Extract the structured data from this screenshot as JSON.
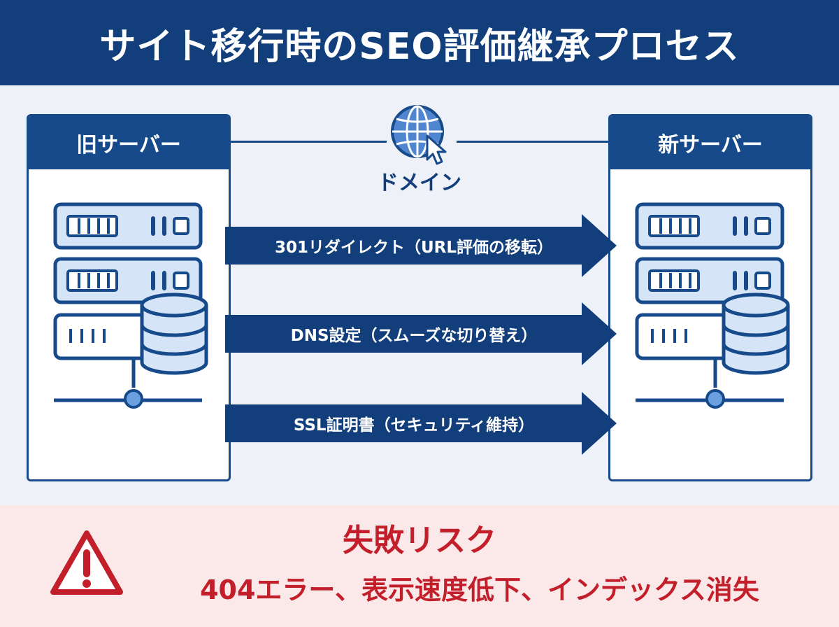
{
  "title": "サイト移行時のSEO評価継承プロセス",
  "old_server": {
    "label": "旧サーバー"
  },
  "new_server": {
    "label": "新サーバー"
  },
  "domain": {
    "label": "ドメイン"
  },
  "arrows": [
    {
      "label": "301リダイレクト（URL評価の移転）"
    },
    {
      "label": "DNS設定（スムーズな切り替え）"
    },
    {
      "label": "SSL証明書（セキュリティ維持）"
    }
  ],
  "risk": {
    "title": "失敗リスク",
    "detail": "404エラー、表示速度低下、インデックス消失"
  },
  "colors": {
    "primary": "#174a8b",
    "title_bg": "#123e7c",
    "risk": "#c21f2a",
    "risk_bg": "#fbe9ea",
    "server_fill": "#d6e4f7"
  },
  "icons": [
    "server-icon",
    "database-icon",
    "globe-icon",
    "cursor-icon",
    "warning-icon"
  ]
}
